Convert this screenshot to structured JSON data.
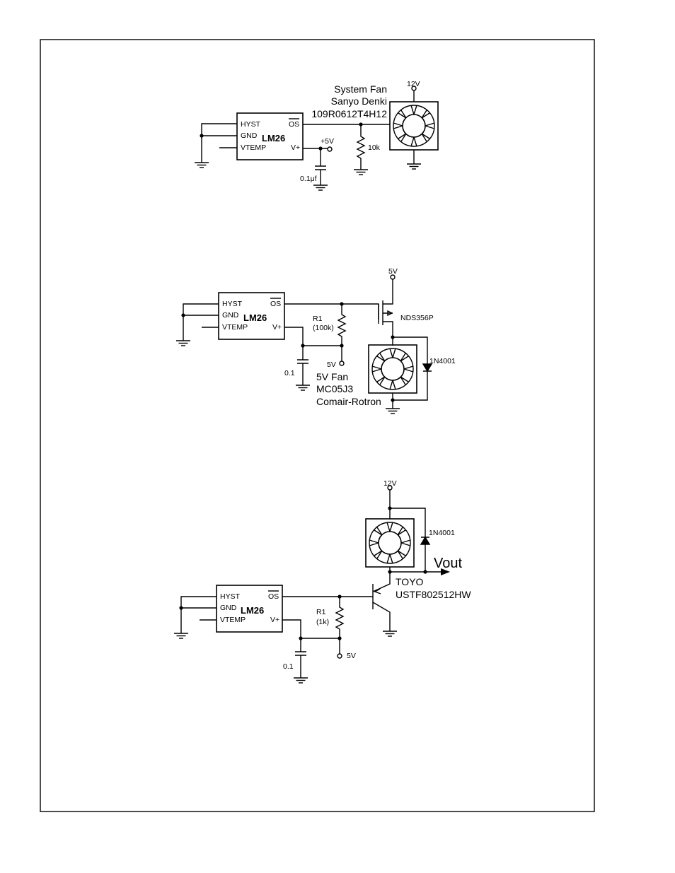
{
  "circuit1": {
    "ic": {
      "name": "LM26",
      "hyst": "HYST",
      "gnd": "GND",
      "vtemp": "VTEMP",
      "os": "OS",
      "vplus": "V+"
    },
    "supply": "+5V",
    "cap": "0.1μf",
    "resistor": "10k",
    "fan_supply": "12V",
    "fan_label": [
      "System Fan",
      "Sanyo Denki",
      "109R0612T4H12"
    ]
  },
  "circuit2": {
    "ic": {
      "name": "LM26",
      "hyst": "HYST",
      "gnd": "GND",
      "vtemp": "VTEMP",
      "os": "OS",
      "vplus": "V+"
    },
    "r1_name": "R1",
    "r1_value": "(100k)",
    "r1_supply": "5V",
    "cap": "0.1",
    "fet_supply": "5V",
    "fet": "NDS356P",
    "diode": "1N4001",
    "fan_label": [
      "5V Fan",
      "MC05J3",
      "Comair-Rotron"
    ]
  },
  "circuit3": {
    "ic": {
      "name": "LM26",
      "hyst": "HYST",
      "gnd": "GND",
      "vtemp": "VTEMP",
      "os": "OS",
      "vplus": "V+"
    },
    "r1_name": "R1",
    "r1_value": "(1k)",
    "r1_supply": "5V",
    "cap": "0.1",
    "fan_supply": "12V",
    "diode": "1N4001",
    "vout": "Vout",
    "transistor": [
      "TOYO",
      "USTF802512HW"
    ]
  }
}
